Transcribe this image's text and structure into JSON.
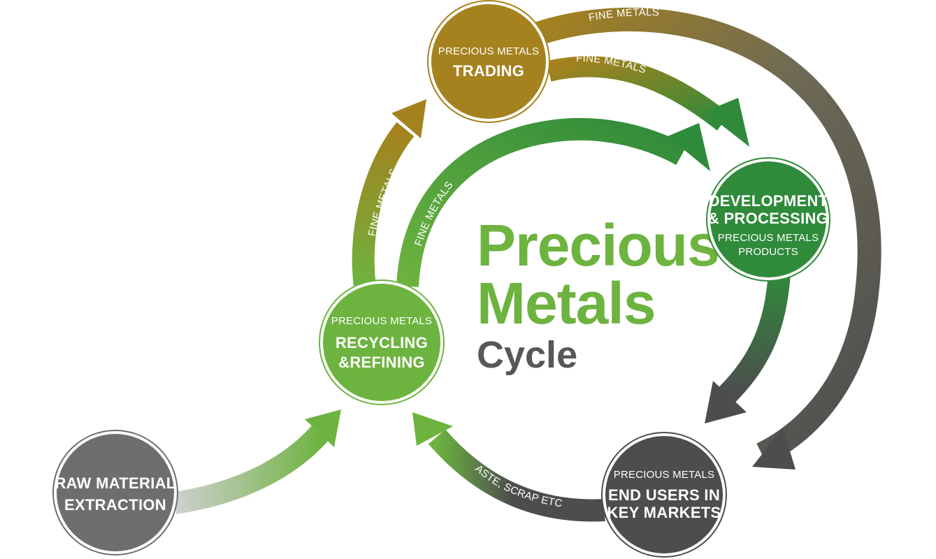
{
  "title": {
    "line1": "Precious",
    "line2": "Metals",
    "line3": "Cycle"
  },
  "nodes": {
    "trading": {
      "small": "PRECIOUS METALS",
      "big": "TRADING"
    },
    "development": {
      "big1": "DEVELOPMENT",
      "big2": "& PROCESSING",
      "small1": "PRECIOUS METALS",
      "small2": "PRODUCTS"
    },
    "recycling": {
      "small": "PRECIOUS METALS",
      "big1": "RECYCLING",
      "big2": "&REFINING"
    },
    "raw": {
      "big1": "RAW MATERIAL",
      "big2": "EXTRACTION"
    },
    "endusers": {
      "small": "PRECIOUS METALS",
      "big1": "END USERS IN",
      "big2": "KEY MARKETS"
    }
  },
  "arrows": {
    "outer_top": "FINE METALS",
    "inner_top": "FINE METALS",
    "left_outer": "FINE METALS",
    "left_inner": "FINE METALS",
    "waste": "WASTE, SCRAP ETC."
  },
  "colors": {
    "gold": "#a5821e",
    "green": "#6db33f",
    "dark_green": "#2f8a3a",
    "gray": "#6d6e70",
    "dark_gray": "#4d4d4f",
    "light_gray": "#c9c9c9"
  }
}
